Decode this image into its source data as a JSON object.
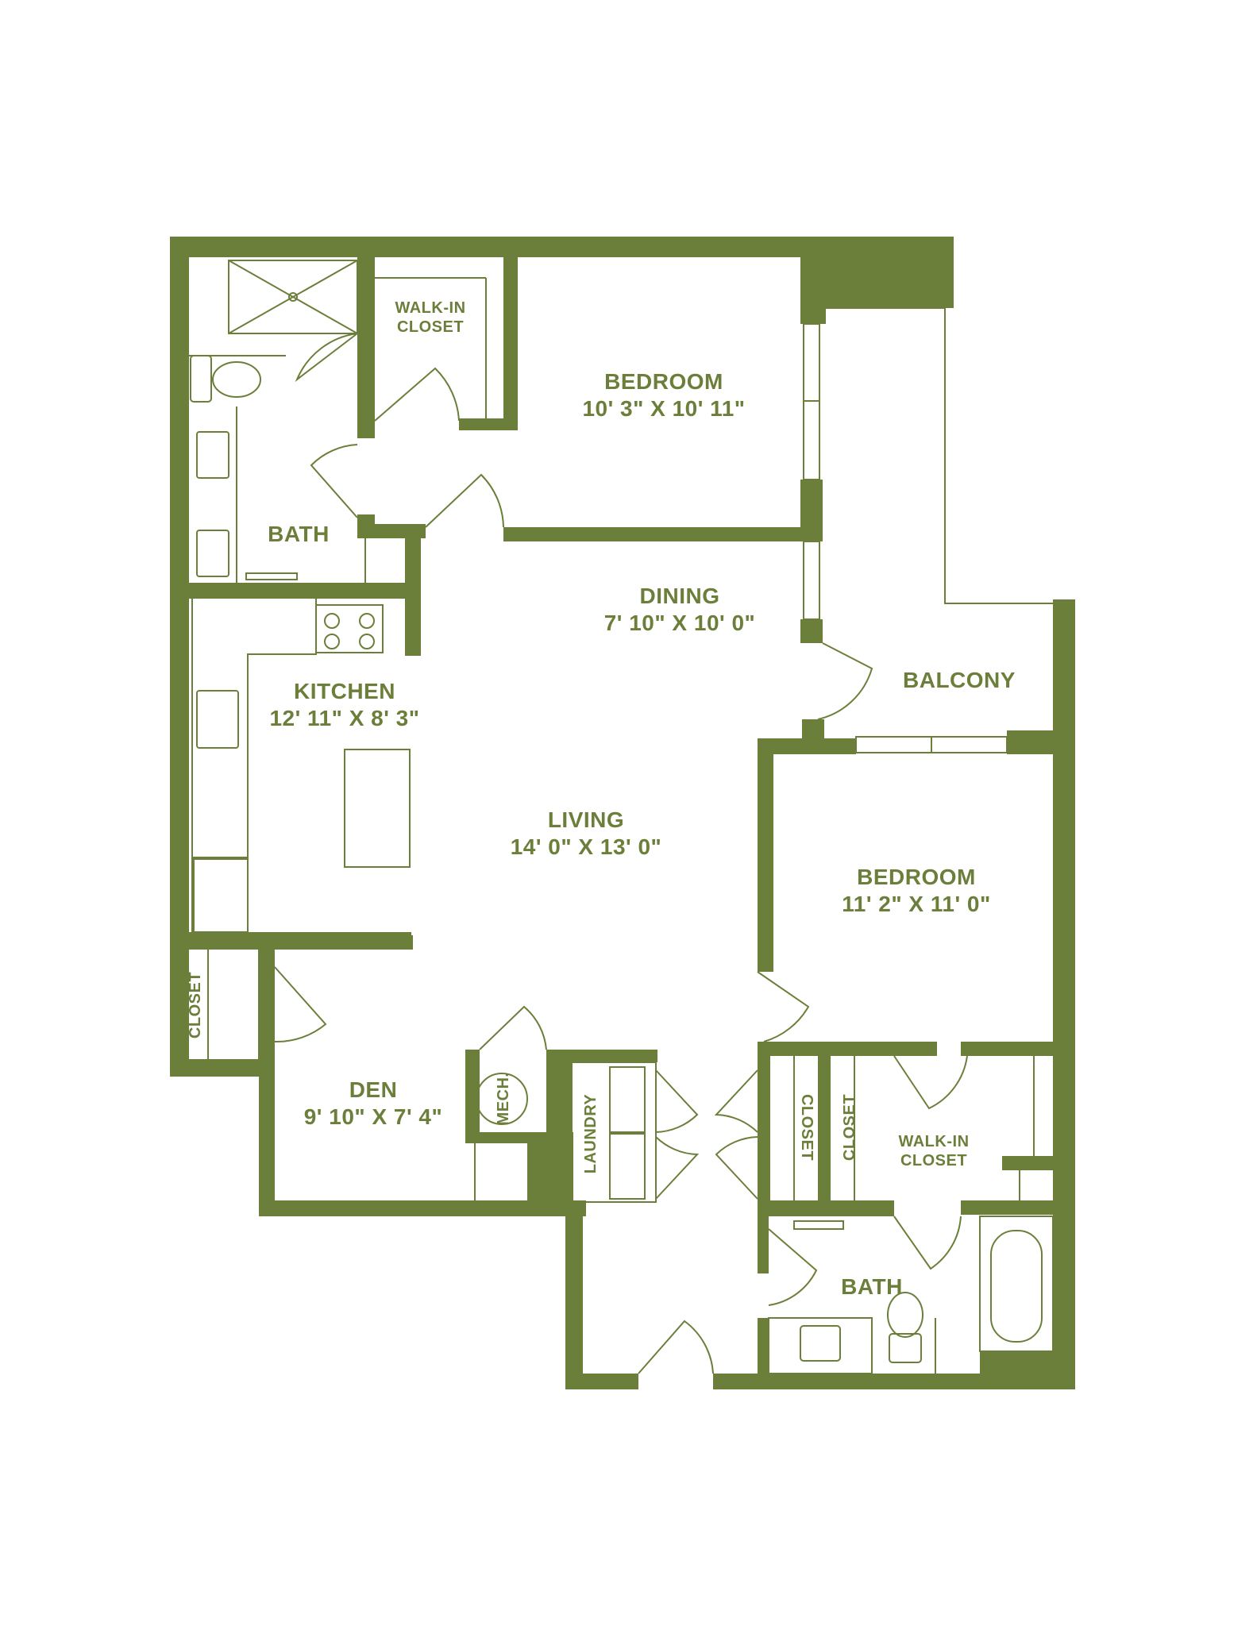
{
  "colors": {
    "wall": "#6b7f3a",
    "line": "#6b7f3a",
    "background": "#ffffff"
  },
  "rooms": {
    "bedroom_1": {
      "name": "BEDROOM",
      "size": "10' 3\" X 10' 11\""
    },
    "walk_in_closet_1": {
      "line1": "WALK-IN",
      "line2": "CLOSET"
    },
    "bath_1": {
      "name": "BATH"
    },
    "dining": {
      "name": "DINING",
      "size": "7' 10\" X 10' 0\""
    },
    "balcony": {
      "name": "BALCONY"
    },
    "kitchen": {
      "name": "KITCHEN",
      "size": "12' 11\" X 8' 3\""
    },
    "living": {
      "name": "LIVING",
      "size": "14' 0\" X 13' 0\""
    },
    "bedroom_2": {
      "name": "BEDROOM",
      "size": "11' 2\" X 11' 0\""
    },
    "closet_left": {
      "name": "CLOSET"
    },
    "den": {
      "name": "DEN",
      "size": "9' 10\" X 7' 4\""
    },
    "mech": {
      "name": "MECH."
    },
    "laundry": {
      "name": "LAUNDRY"
    },
    "closet_a": {
      "name": "CLOSET"
    },
    "closet_b": {
      "name": "CLOSET"
    },
    "walk_in_closet_2": {
      "line1": "WALK-IN",
      "line2": "CLOSET"
    },
    "bath_2": {
      "name": "BATH"
    }
  }
}
